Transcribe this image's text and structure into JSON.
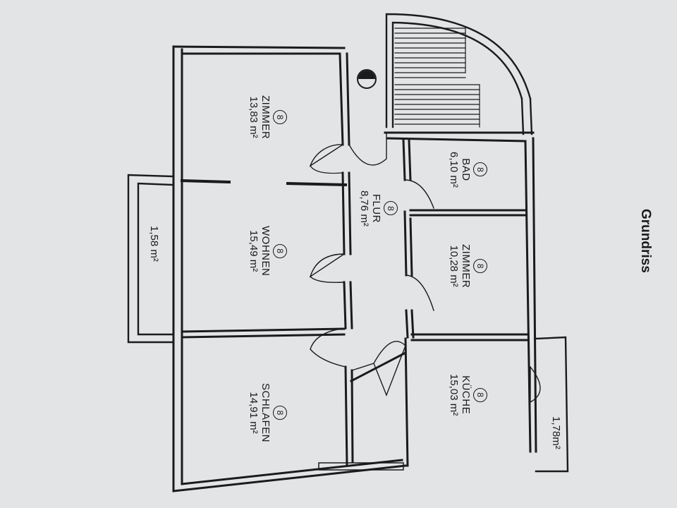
{
  "title": "Grundriss",
  "rooms": [
    {
      "number": "8",
      "name": "ZIMMER",
      "area": "13,83 m²"
    },
    {
      "number": "8",
      "name": "WOHNEN",
      "area": "15,49 m²"
    },
    {
      "number": "8",
      "name": "SCHLAFEN",
      "area": "14,91 m²"
    },
    {
      "number": "8",
      "name": "FLUR",
      "area": "8,76 m²"
    },
    {
      "number": "8",
      "name": "BAD",
      "area": "6,10 m²"
    },
    {
      "number": "8",
      "name": "ZIMMER",
      "area": "10,28 m²"
    },
    {
      "number": "8",
      "name": "KÜCHE",
      "area": "15,03 m²"
    }
  ],
  "balconies": [
    {
      "area": "1,58 m²"
    },
    {
      "area": "1,78m²"
    }
  ],
  "colors": {
    "paper": "#e2e3e5",
    "ink": "#1a1a1a"
  }
}
